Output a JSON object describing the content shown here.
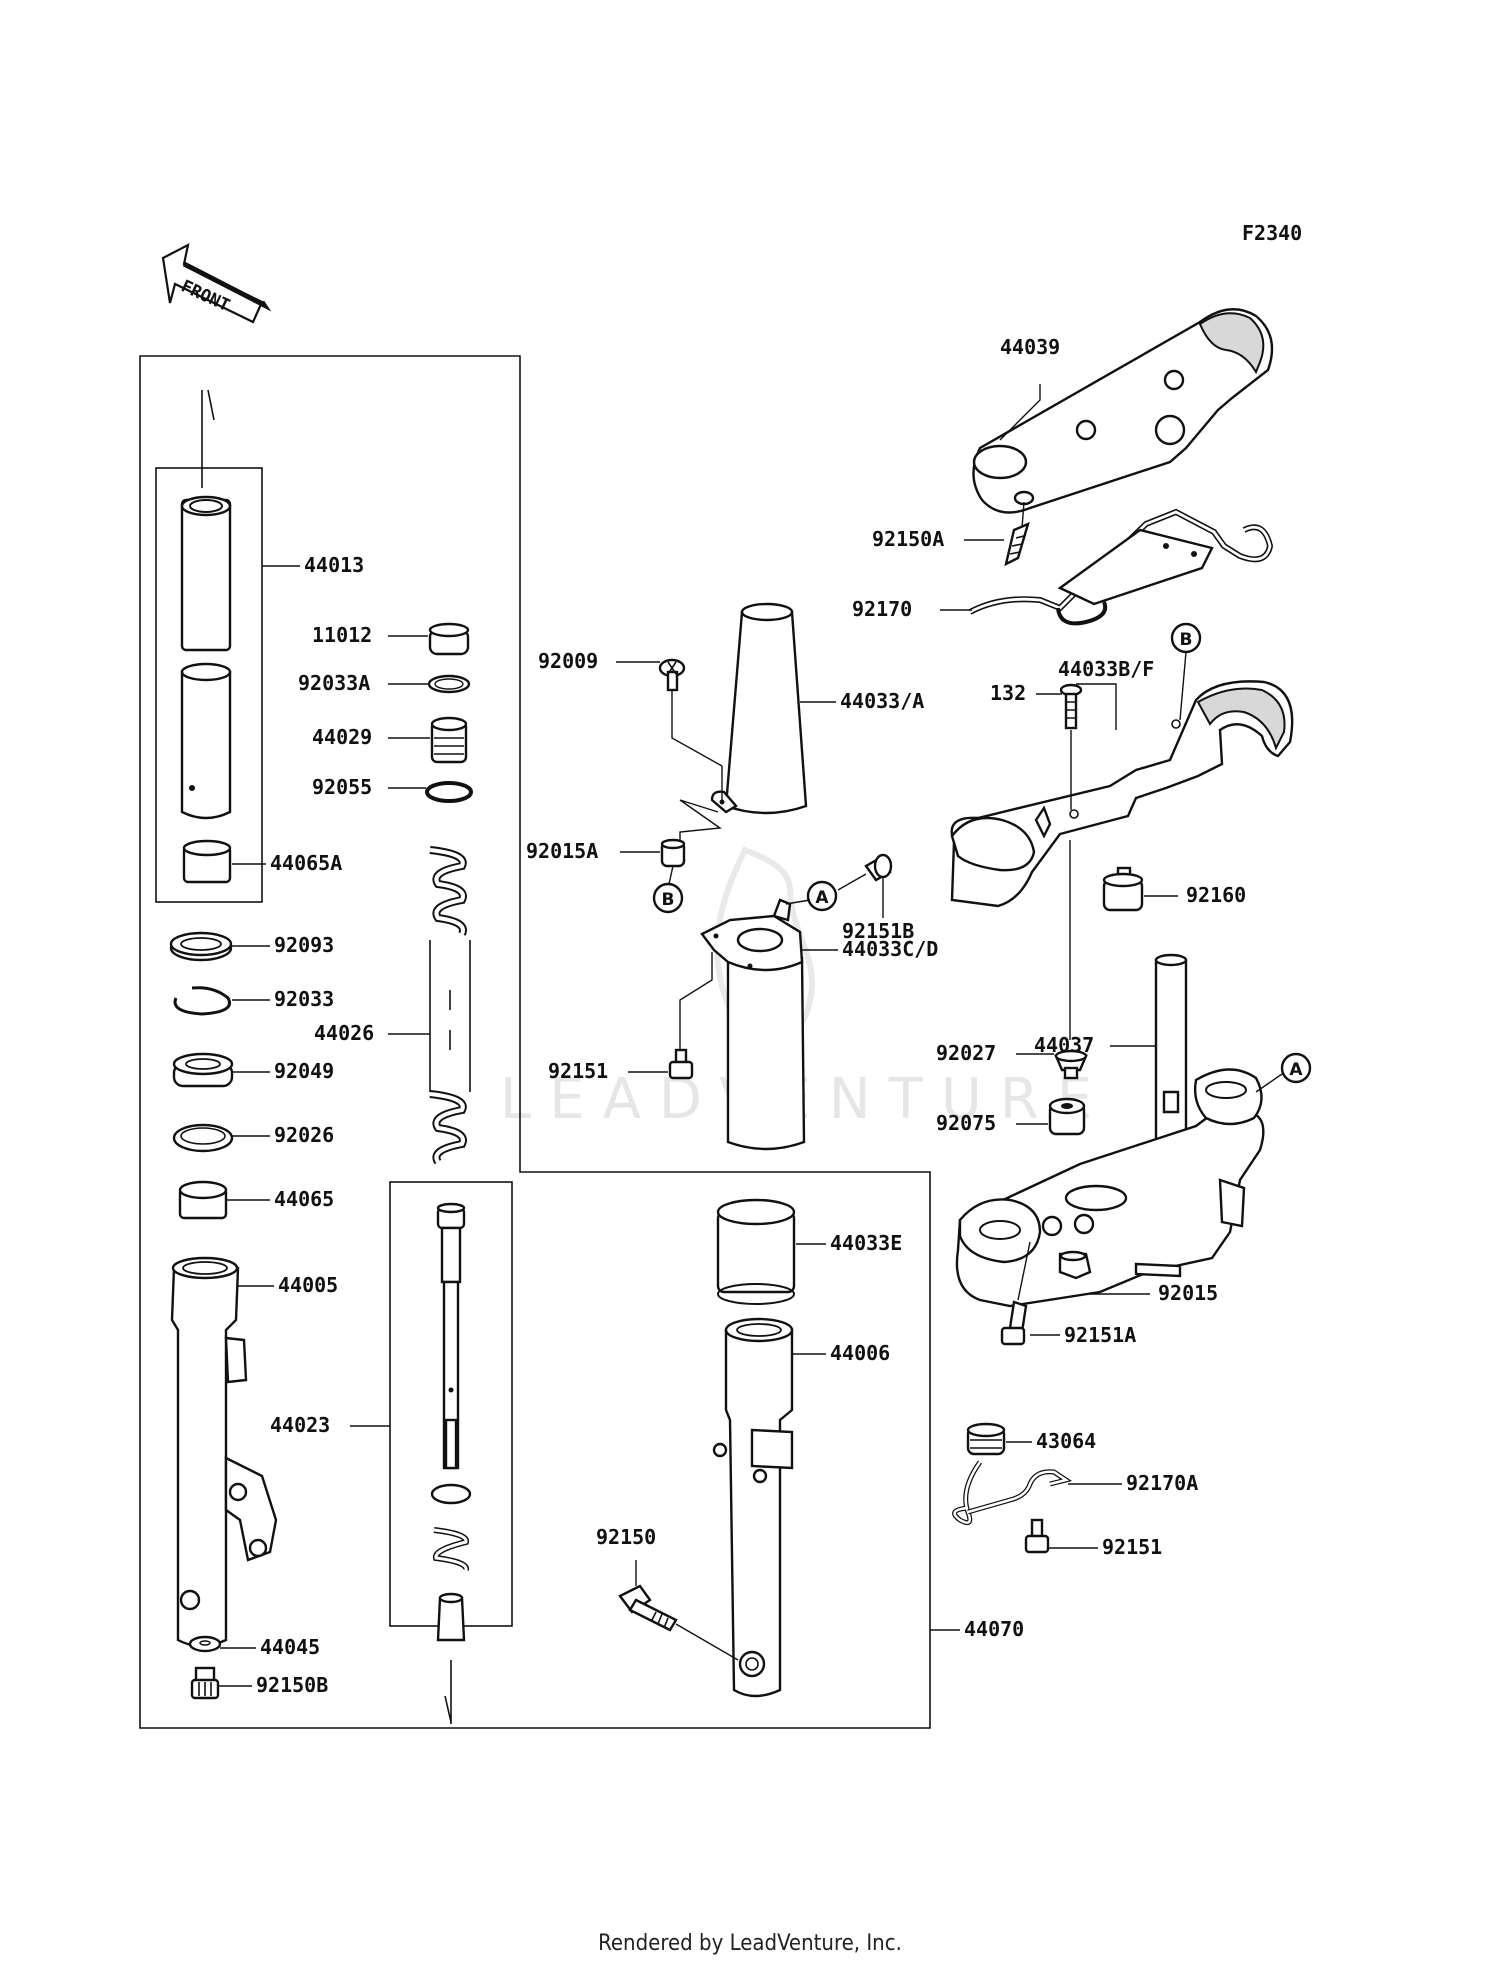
{
  "diagram": {
    "code": "F2340",
    "front_label": "FRONT",
    "ref_labels": {
      "a": "A",
      "b": "B"
    },
    "watermark": "LEADVENTURE",
    "footer": "Rendered by LeadVenture, Inc."
  },
  "callouts": [
    "44039",
    "92150A",
    "92170",
    "44033B/F",
    "132",
    "92160",
    "44037",
    "92027",
    "92075",
    "92015",
    "92151A",
    "92009",
    "44033/A",
    "92015A",
    "92151B",
    "44033C/D",
    "92151",
    "44033E",
    "44006",
    "92150",
    "44070",
    "43064",
    "92170A",
    "92151",
    "44013",
    "11012",
    "92033A",
    "44029",
    "92055",
    "44065A",
    "92093",
    "92033",
    "44026",
    "92049",
    "92026",
    "44065",
    "44005",
    "44023",
    "44045",
    "92150B"
  ]
}
